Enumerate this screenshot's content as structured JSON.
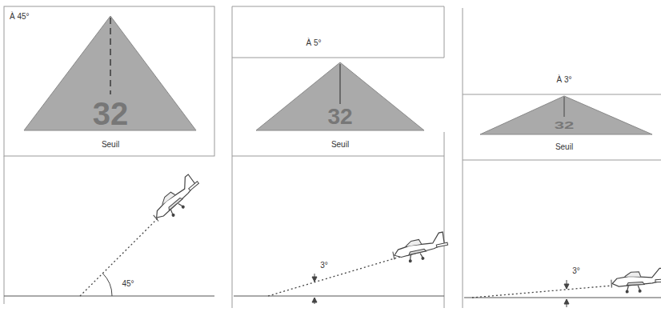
{
  "diagram": {
    "labels": [
      "À 45°",
      "32",
      "Seuil",
      "45°",
      "À 5°",
      "32",
      "Seuil",
      "3°",
      "À 3°",
      "32",
      "Seuil",
      "3°"
    ]
  }
}
